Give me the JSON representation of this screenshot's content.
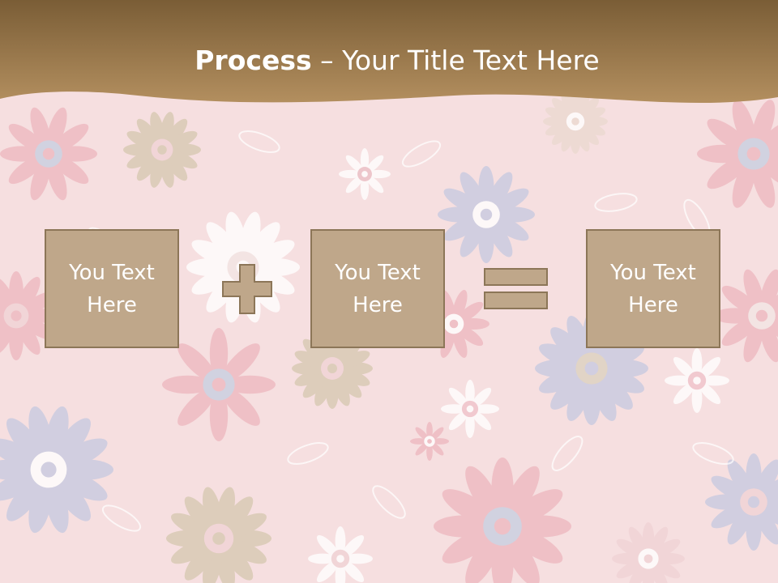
{
  "slide": {
    "title_bold": "Process",
    "title_dash": " – ",
    "title_rest": "Your Title Text Here",
    "boxes": [
      {
        "label": "You Text Here"
      },
      {
        "label": "You Text Here"
      },
      {
        "label": "You Text Here"
      }
    ],
    "operators": [
      "plus-icon",
      "equals-icon"
    ]
  },
  "colors": {
    "header_top": "#7d6038",
    "header_bottom": "#b08d5e",
    "box_fill": "#bfa78a",
    "box_border": "#8c7658",
    "background": "#f6dfe0"
  }
}
